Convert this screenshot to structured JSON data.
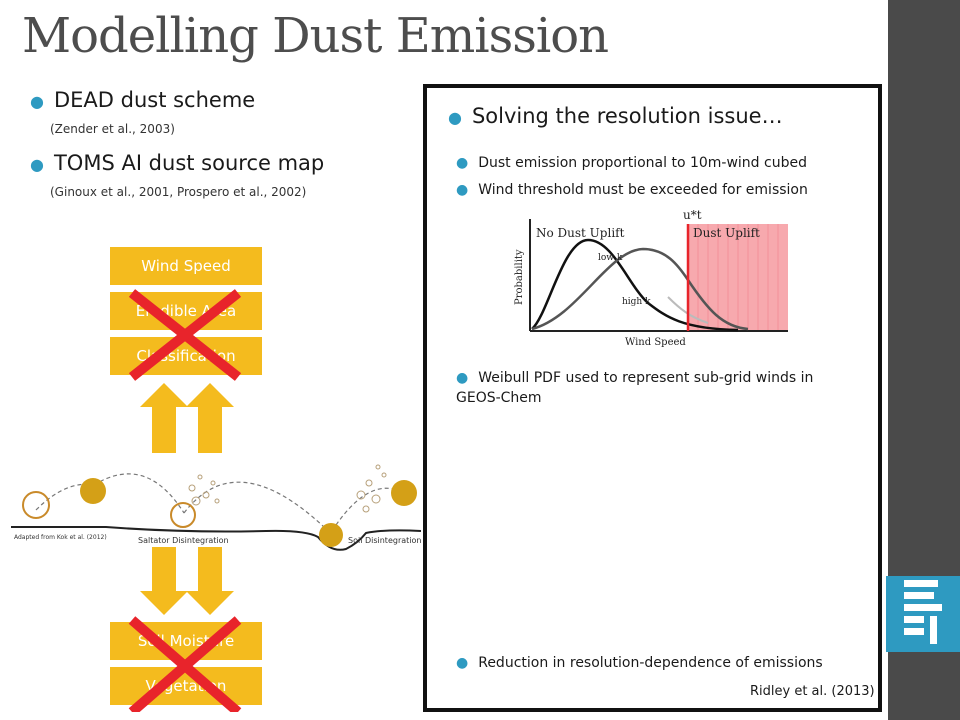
{
  "slide": {
    "title": "Modelling Dust Emission",
    "bullets": [
      {
        "text": "DEAD dust scheme",
        "ref": "(Zender et al., 2003)"
      },
      {
        "text": "TOMS AI dust source map",
        "ref": "(Ginoux et al., 2001, Prospero et al., 2002)"
      }
    ],
    "boxes_top": [
      "Wind Speed",
      "Erodible Area",
      "Classification"
    ],
    "boxes_bottom": [
      "Soil Moisture",
      "Vegetation"
    ],
    "diagram": {
      "credit": "Adapted from Kok et al. (2012)",
      "label_saltator": "Saltator Disintegration",
      "label_soil": "Soil Disintegration"
    }
  },
  "panel": {
    "heading": "Solving the resolution issue…",
    "points": [
      "Dust emission proportional to 10m-wind cubed",
      "Wind threshold must be exceeded for emission",
      "Weibull PDF used to represent sub-grid winds in GEOS-Chem",
      "Reduction in resolution-dependence of emissions"
    ],
    "citation": "Ridley et al. (2013)",
    "chart": {
      "threshold_label": "u*t",
      "left_region": "No Dust Uplift",
      "right_region": "Dust Uplift",
      "curve_low": "low k",
      "curve_high": "high k",
      "xlabel": "Wind Speed",
      "ylabel": "Probability"
    }
  },
  "colors": {
    "accent": "#2e9ac1",
    "box": "#f4bb1e",
    "cross": "#e8242b",
    "sidebar": "#4a4a4a",
    "uplift": "#f7a9ae"
  }
}
